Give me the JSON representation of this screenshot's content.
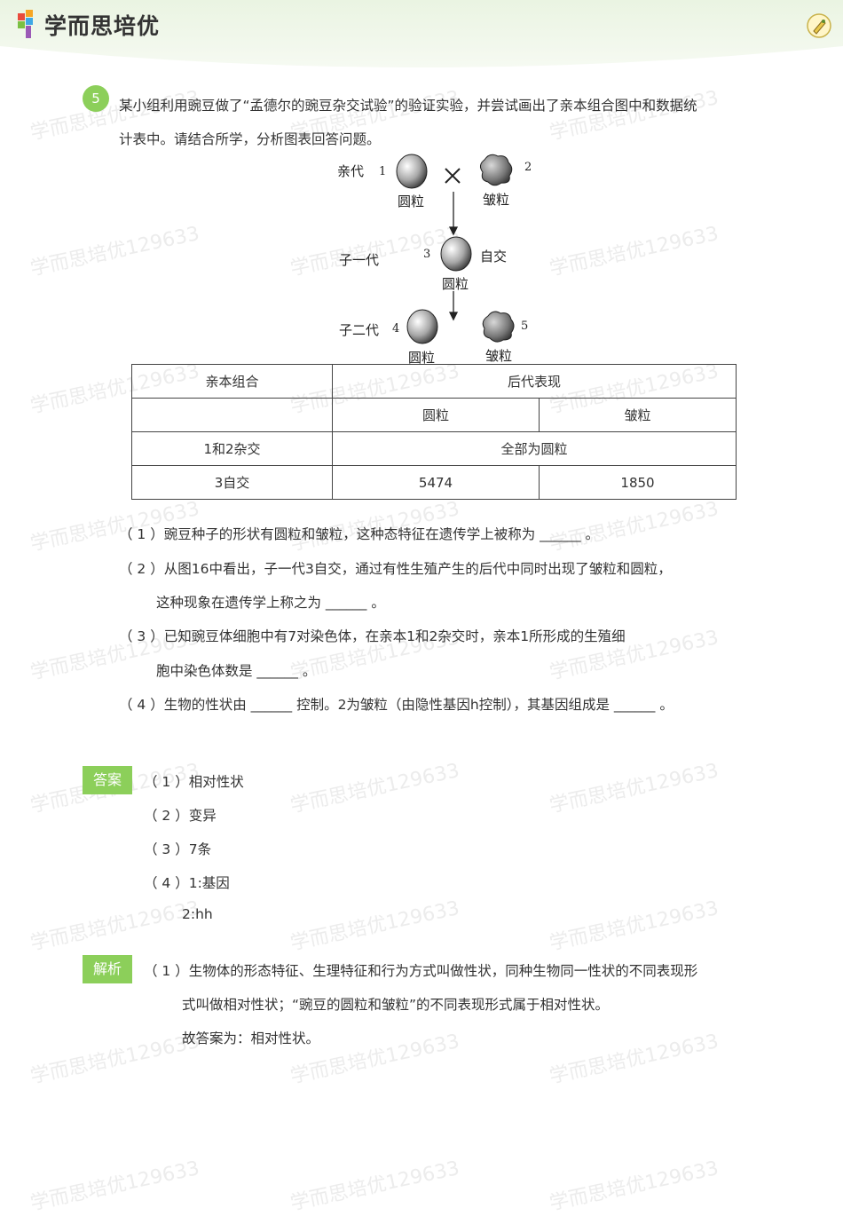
{
  "header": {
    "brand": "学而思培优"
  },
  "watermark": "学而思培优129633",
  "question": {
    "number": "5",
    "stem_line1": "某小组利用豌豆做了“孟德尔的豌豆杂交试验”的验证实验，并尝试画出了亲本组合图中和数据统",
    "stem_line2": "计表中。请结合所学，分析图表回答问题。"
  },
  "diagram": {
    "parent_label": "亲代",
    "f1_label": "子一代",
    "f2_label": "子二代",
    "round_label": "圆粒",
    "wrinkled_label": "皱粒",
    "self_label": "自交",
    "cross_symbol": "×",
    "n1": "1",
    "n2": "2",
    "n3": "3",
    "n4": "4",
    "n5": "5"
  },
  "table": {
    "h_parent": "亲本组合",
    "h_offspring": "后代表现",
    "h_round": "圆粒",
    "h_wrinkled": "皱粒",
    "r1_combo": "1和2杂交",
    "r1_result": "全部为圆粒",
    "r2_combo": "3自交",
    "r2_round": "5474",
    "r2_wrinkled": "1850"
  },
  "sub_questions": {
    "q1": "（ 1 ）豌豆种子的形状有圆粒和皱粒，这种态特征在遗传学上被称为 ______ 。",
    "q2a": "（ 2 ）从图16中看出，子一代3自交，通过有性生殖产生的后代中同时出现了皱粒和圆粒，",
    "q2b": "这种现象在遗传学上称之为 ______ 。",
    "q3a": "（ 3 ）已知豌豆体细胞中有7对染色体，在亲本1和2杂交时，亲本1所形成的生殖细",
    "q3b": "胞中染色体数是 ______ 。",
    "q4": "（ 4 ）生物的性状由 ______ 控制。2为皱粒（由隐性基因h控制），其基因组成是 ______ 。"
  },
  "answer": {
    "tag": "答案",
    "a1": "（ 1 ）相对性状",
    "a2": "（ 2 ）变异",
    "a3": "（ 3 ）7条",
    "a4a": "（ 4 ）1:基因",
    "a4b": "2:hh"
  },
  "analysis": {
    "tag": "解析",
    "l1": "（ 1 ）生物体的形态特征、生理特征和行为方式叫做性状，同种生物同一性状的不同表现形",
    "l2": "式叫做相对性状；“豌豆的圆粒和皱粒”的不同表现形式属于相对性状。",
    "l3": "故答案为：相对性状。"
  }
}
